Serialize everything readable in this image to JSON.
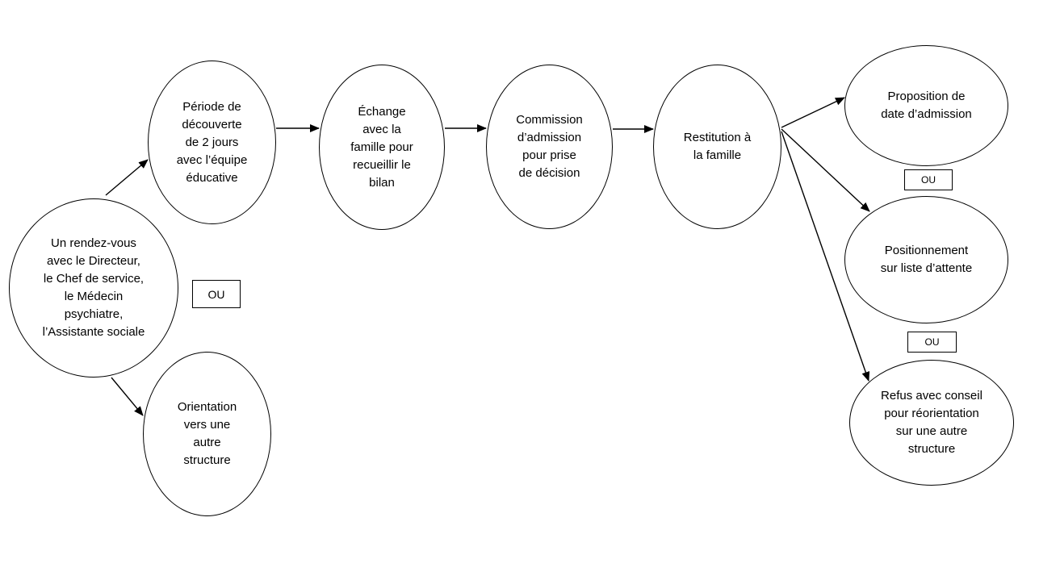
{
  "nodes": {
    "rdv": "Un rendez-vous\navec le Directeur,\nle Chef de service,\nle Médecin\npsychiatre,\nl’Assistante sociale",
    "decouverte": "Période de\ndécouverte\nde 2 jours\navec l’équipe\néducative",
    "orientation": "Orientation\nvers une\nautre\nstructure",
    "echange": "Échange\navec la\nfamille pour\nrecueillir le\nbilan",
    "commission": "Commission\nd’admission\npour prise\nde décision",
    "restitution": "Restitution à\nla famille",
    "proposition": "Proposition de\ndate d’admission",
    "positionnement": "Positionnement\nsur liste d’attente",
    "refus": "Refus avec conseil\npour réorientation\nsur une autre\nstructure"
  },
  "separators": {
    "ou_left": "OU",
    "ou_right_top": "OU",
    "ou_right_bottom": "OU"
  },
  "colors": {
    "stroke": "#000000",
    "background": "#ffffff"
  }
}
